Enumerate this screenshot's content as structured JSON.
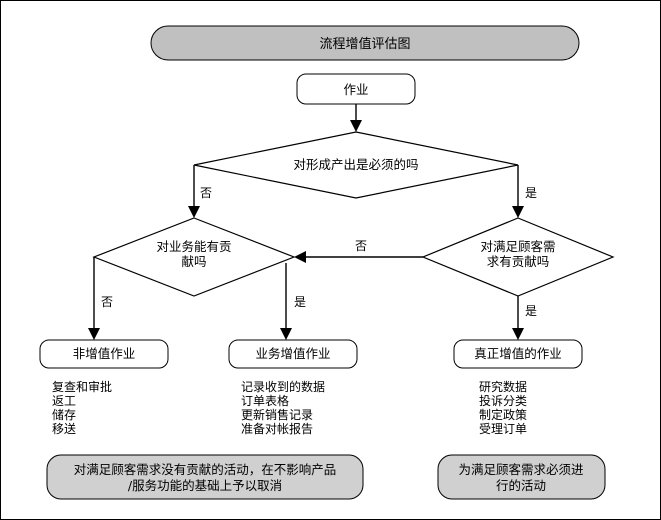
{
  "diagram": {
    "title": "流程增值评估图",
    "start_node": "作业",
    "decisions": [
      {
        "id": "d1",
        "text": "对形成产出是必须的吗",
        "yes_label": "是",
        "no_label": "否"
      },
      {
        "id": "d2",
        "text_line1": "对业务能有贡",
        "text_line2": "献吗",
        "yes_label": "是",
        "no_label": "否"
      },
      {
        "id": "d3",
        "text_line1": "对满足顾客需",
        "text_line2": "求有贡献吗",
        "yes_label": "是",
        "no_label": "否"
      }
    ],
    "cross_link_label": "否",
    "outcomes": [
      {
        "id": "o1",
        "label": "非增值作业",
        "examples": [
          "复查和审批",
          "返工",
          "储存",
          "移送"
        ]
      },
      {
        "id": "o2",
        "label": "业务增值作业",
        "examples": [
          "记录收到的数据",
          "订单表格",
          "更新销售记录",
          "准备对帐报告"
        ]
      },
      {
        "id": "o3",
        "label": "真正增值的作业",
        "examples": [
          "研究数据",
          "投诉分类",
          "制定政策",
          "受理订单"
        ]
      }
    ],
    "notes": [
      {
        "id": "n1",
        "line1": "对满足顾客需求没有贡献的活动，在不影响产品",
        "line2": "/服务功能的基础上予以取消"
      },
      {
        "id": "n2",
        "line1": "为满足顾客需求必须进",
        "line2": "行的活动"
      }
    ],
    "colors": {
      "title_fill": "#c0c0c0",
      "note_fill": "#d0d0d0",
      "node_fill": "#ffffff",
      "stroke": "#000000"
    }
  }
}
